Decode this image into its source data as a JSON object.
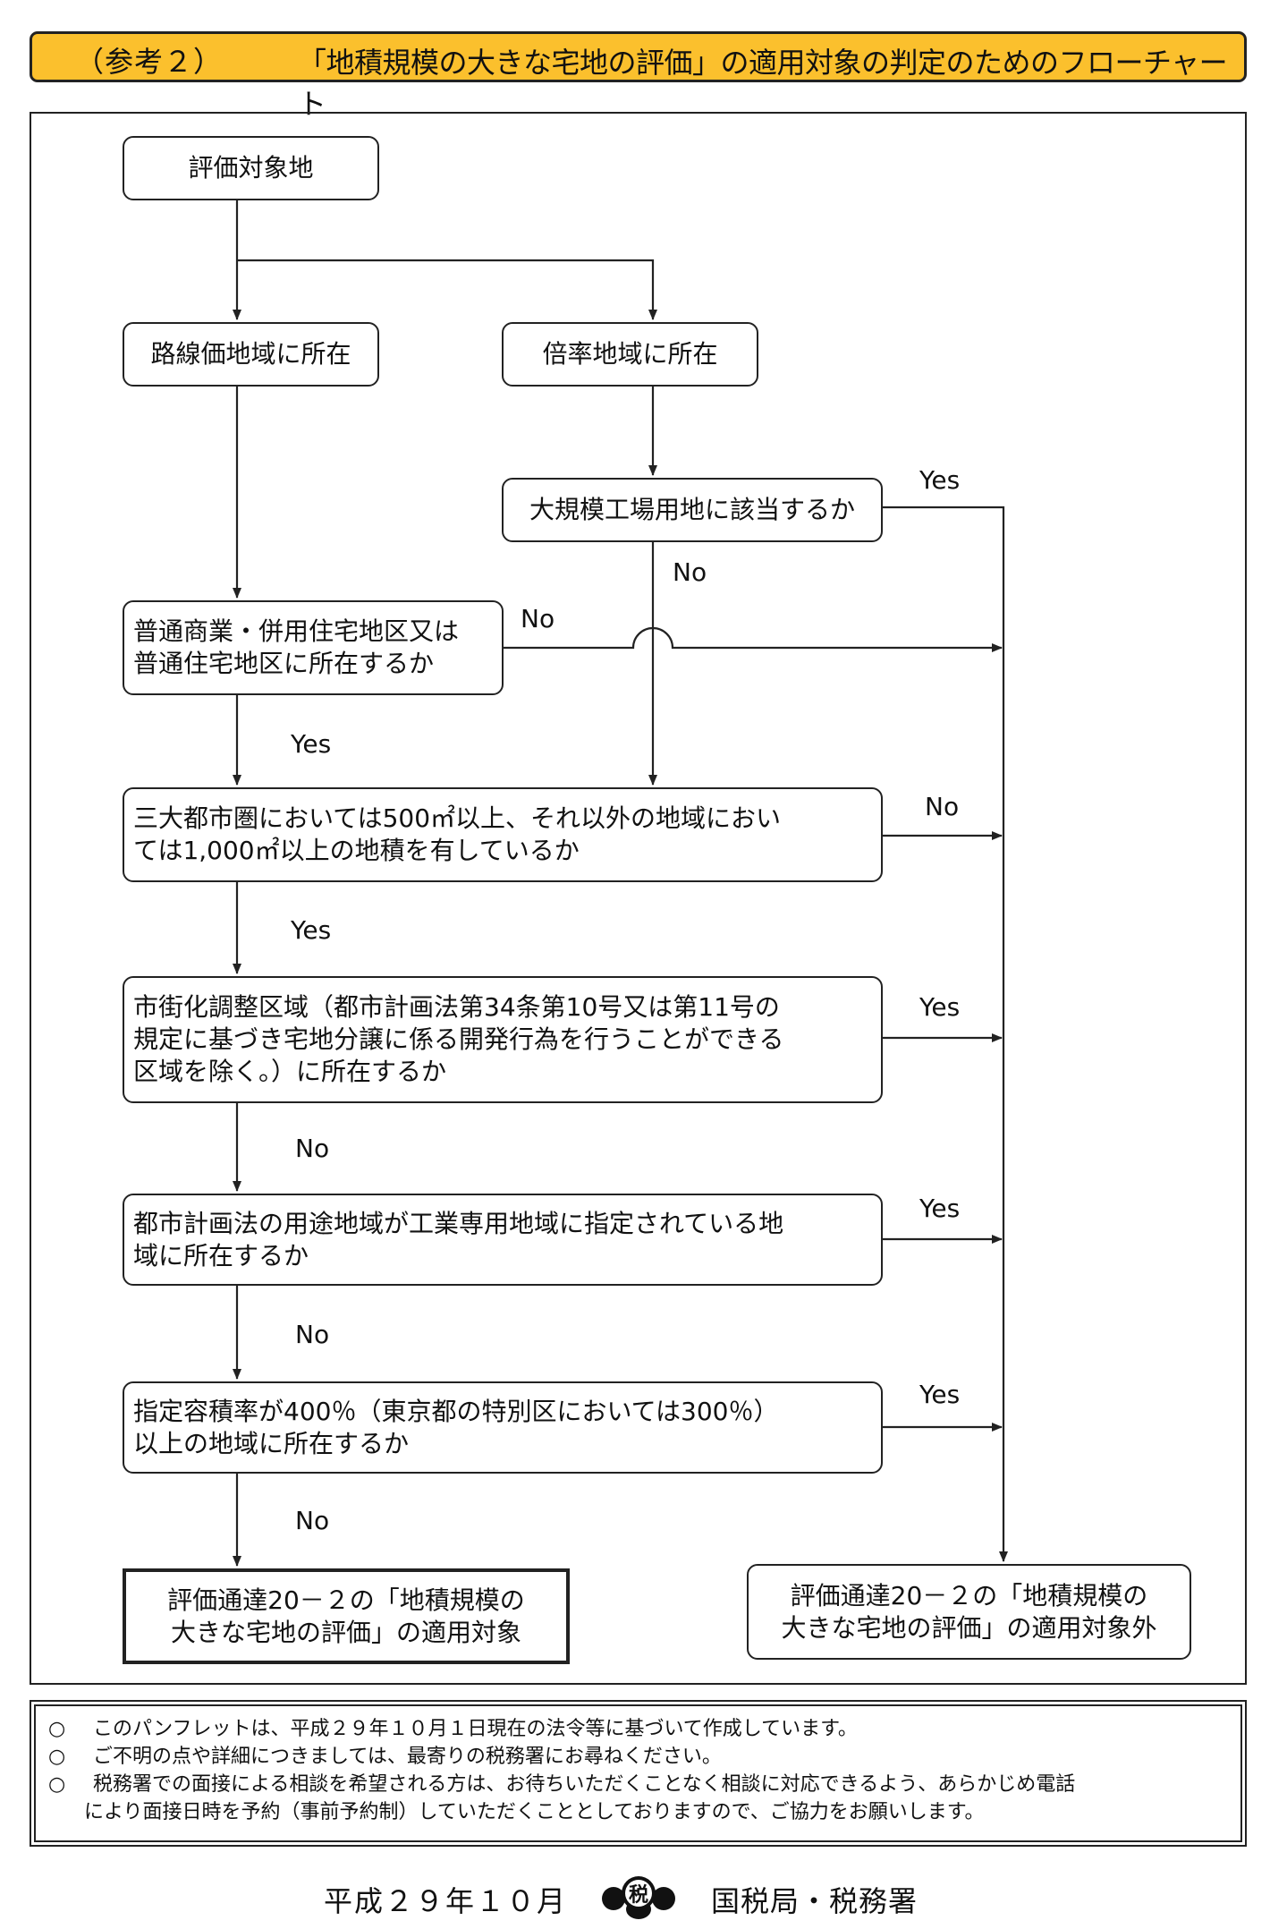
{
  "title": {
    "prefix": "（参考２）",
    "main": "「地積規模の大きな宅地の評価」の適用対象の判定のためのフローチャート"
  },
  "flow": {
    "start": "評価対象地",
    "rosenka": "路線価地域に所在",
    "bairitsu": "倍率地域に所在",
    "factory": "大規模工場用地に該当するか",
    "district_1": "普通商業・併用住宅地区又は",
    "district_2": "普通住宅地区に所在するか",
    "area_1": "三大都市圏においては500㎡以上、それ以外の地域におい",
    "area_2": "ては1,000㎡以上の地積を有しているか",
    "urban_1": "市街化調整区域（都市計画法第34条第10号又は第11号の",
    "urban_2": "規定に基づき宅地分譲に係る開発行為を行うことができる",
    "urban_3": "区域を除く。）に所在するか",
    "industrial_1": "都市計画法の用途地域が工業専用地域に指定されている地",
    "industrial_2": "域に所在するか",
    "far_1": "指定容積率が400％（東京都の特別区においては300％）",
    "far_2": "以上の地域に所在するか",
    "result_yes_1": "評価通達20－２の「地積規模の",
    "result_yes_2": "大きな宅地の評価」の適用対象",
    "result_no_1": "評価通達20－２の「地積規模の",
    "result_no_2": "大きな宅地の評価」の適用対象外"
  },
  "labels": {
    "factory_yes": "Yes",
    "factory_no": "No",
    "district_no": "No",
    "district_yes": "Yes",
    "area_no": "No",
    "area_yes": "Yes",
    "urban_yes": "Yes",
    "urban_no": "No",
    "industrial_yes": "Yes",
    "industrial_no": "No",
    "far_yes": "Yes",
    "far_no": "No"
  },
  "notes": [
    {
      "mark": "○",
      "text": "このパンフレットは、平成２９年１０月１日現在の法令等に基づいて作成しています。"
    },
    {
      "mark": "○",
      "text": "ご不明の点や詳細につきましては、最寄りの税務署にお尋ねください。"
    },
    {
      "mark": "○",
      "text": "税務署での面接による相談を希望される方は、お待ちいただくことなく相談に対応できるよう、あらかじめ電話"
    },
    {
      "mark": "",
      "text": "により面接日時を予約（事前予約制）していただくこととしておりますので、ご協力をお願いします。"
    }
  ],
  "footer": {
    "date": "平成２９年１０月",
    "logo_char": "税",
    "org": "国税局・税務署"
  },
  "colors": {
    "title_bg": "#fbc02d",
    "line": "#222222"
  },
  "icons": {
    "logo": "tax-office-logo"
  }
}
